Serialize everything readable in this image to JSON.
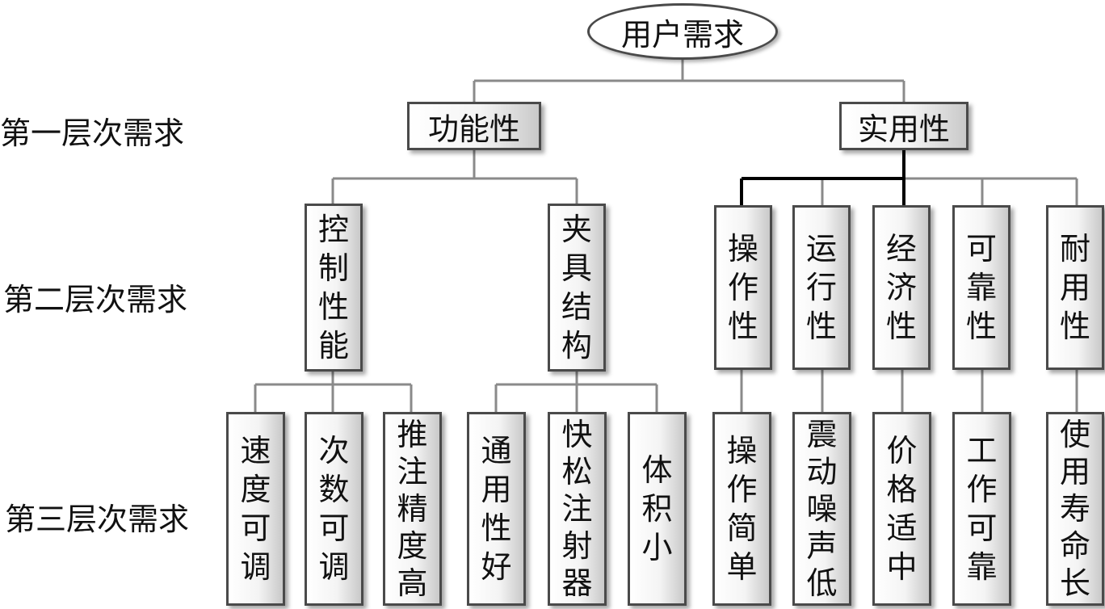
{
  "root": "用户需求",
  "levels": [
    "第一层次需求",
    "第二层次需求",
    "第三层次需求"
  ],
  "level1": {
    "functional": "功能性",
    "practical": "实用性"
  },
  "level2": {
    "control": "控制性能",
    "fixture": "夹具结构",
    "operation": "操作性",
    "running": "运行性",
    "economy": "经济性",
    "reliability": "可靠性",
    "durability": "耐用性"
  },
  "level3": {
    "speed": "速度可调",
    "count": "次数可调",
    "injection": "推注精度高",
    "universal": "通用性好",
    "quick_release": "快松注射器",
    "small": "体积小",
    "simple_op": "操作简单",
    "low_noise": "震动噪声低",
    "price": "价格适中",
    "reliable": "工作可靠",
    "life": "使用寿命长"
  }
}
